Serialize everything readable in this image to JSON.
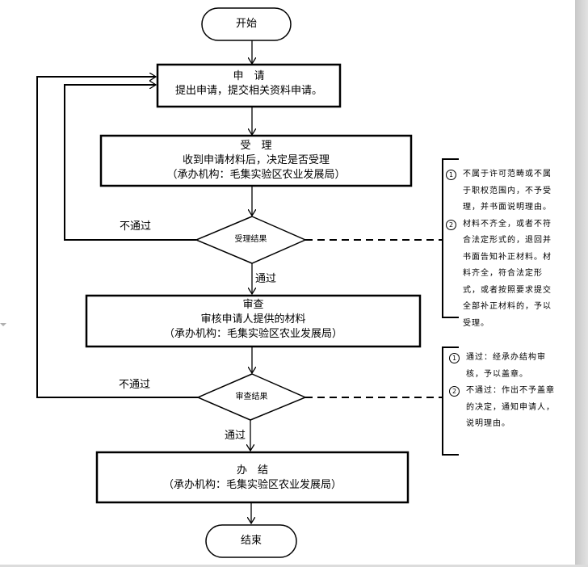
{
  "start": {
    "label": "开始"
  },
  "apply": {
    "title": "申　请",
    "desc": "提出申请，提交相关资料申请。"
  },
  "accept": {
    "title": "受　理",
    "desc": "收到申请材料后，决定是否受理",
    "org": "（承办机构：毛集实验区农业发展局）"
  },
  "accept_decision": {
    "label": "受理结果",
    "fail": "不通过",
    "pass": "通过"
  },
  "accept_notes": [
    {
      "num": "1",
      "text": "不属于许可范畴或不属于职权范围内，不予受理，并书面说明理由。"
    },
    {
      "num": "2",
      "text": "材料不齐全，或者不符合法定形式的，退回并书面告知补正材料。材料齐全，符合法定形式，或者按照要求提交全部补正材料的，予以受理。"
    }
  ],
  "review": {
    "title": "审查",
    "desc": "审核申请人提供的材料",
    "org": "（承办机构：毛集实验区农业发展局）"
  },
  "review_decision": {
    "label": "审查结果",
    "fail": "不通过",
    "pass": "通过"
  },
  "review_notes": [
    {
      "num": "1",
      "text": "通过：经承办结构审核，予以盖章。"
    },
    {
      "num": "2",
      "text": "不通过：作出不予盖章的决定，通知申请人，说明理由。"
    }
  ],
  "finish": {
    "title": "办　结",
    "org": "（承办机构：毛集实验区农业发展局）"
  },
  "end": {
    "label": "结束"
  }
}
